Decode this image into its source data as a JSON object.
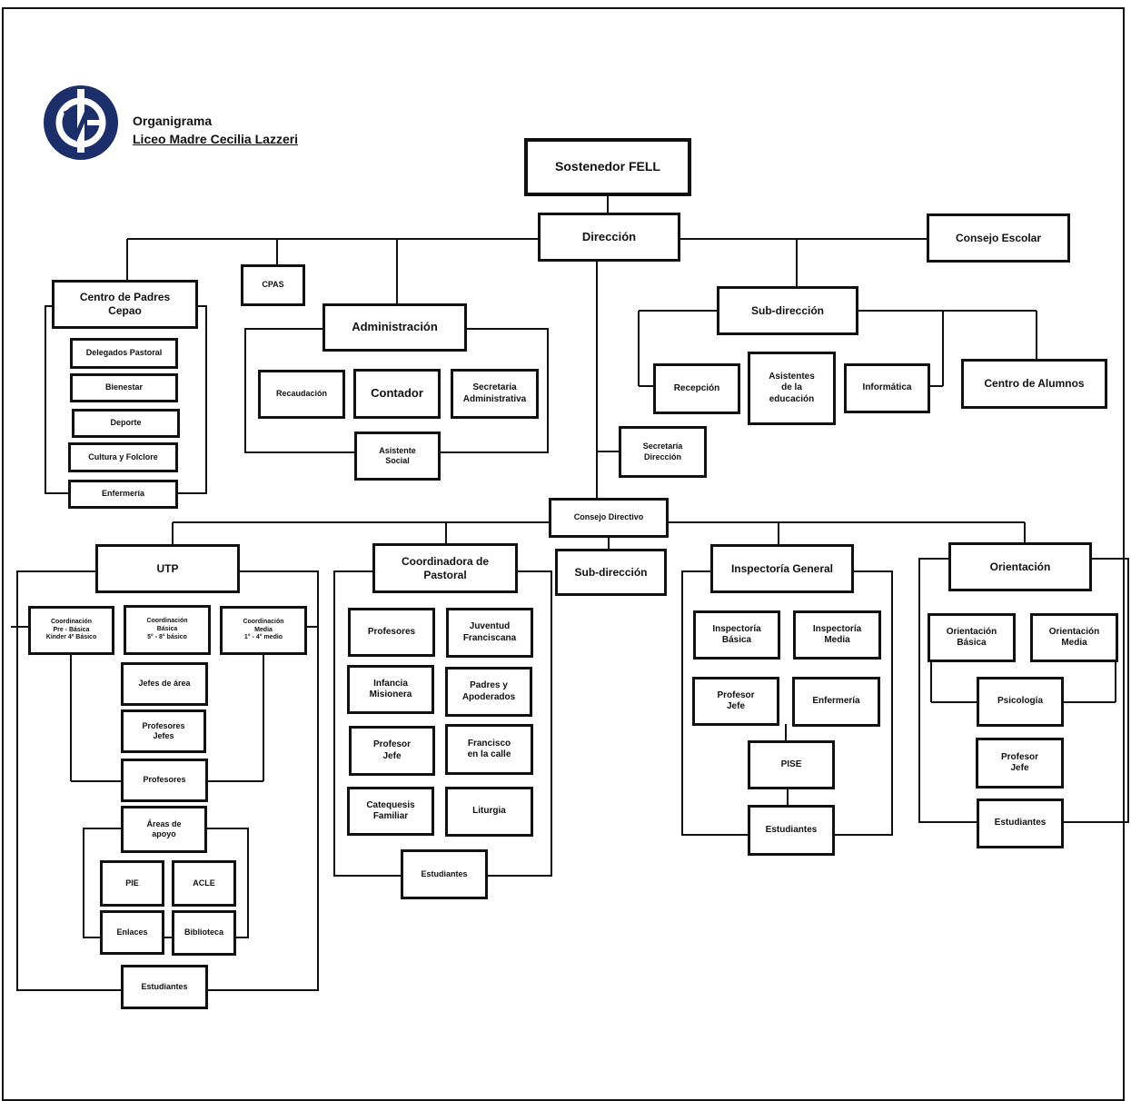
{
  "header": {
    "title": "Organigrama",
    "school_name": "Liceo Madre Cecilia Lazzeri",
    "logo_icon": "school-crest-icon",
    "logo_color": "#1d2f6b"
  },
  "nodes": {
    "sostenedor": "Sostenedor FELL",
    "direccion": "Dirección",
    "consejo_escolar": "Consejo Escolar",
    "cpas": "CPAS",
    "administracion": "Administración",
    "centro_padres": "Centro de Padres\nCepao",
    "delegados_pastoral": "Delegados Pastoral",
    "bienestar": "Bienestar",
    "deporte": "Deporte",
    "cultura_folclore": "Cultura y Folclore",
    "enfermeria_padres": "Enfermería",
    "recaudacion": "Recaudación",
    "contador": "Contador",
    "secretaria_admin": "Secretaria\nAdministrativa",
    "asistente_social": "Asistente\nSocial",
    "subdireccion_top": "Sub-dirección",
    "recepcion": "Recepción",
    "asistentes_educacion": "Asistentes\nde la\neducación",
    "informatica": "Informática",
    "centro_alumnos": "Centro de Alumnos",
    "secretaria_direccion": "Secretaría\nDirección",
    "consejo_directivo": "Consejo Directivo",
    "utp": "UTP",
    "coord_prebasica": "Coordinación\nPre - Básica\nKinder 4º Básico",
    "coord_basica": "Coordinación\nBásica\n5° - 8° básico",
    "coord_media": "Coordinación\nMedia\n1° - 4° medio",
    "jefes_area": "Jefes de área",
    "profesores_jefes": "Profesores\nJefes",
    "profesores_utp": "Profesores",
    "areas_apoyo": "Áreas de\napoyo",
    "pie": "PIE",
    "acle": "ACLE",
    "enlaces": "Enlaces",
    "biblioteca": "Biblioteca",
    "estudiantes_utp": "Estudiantes",
    "coord_pastoral": "Coordinadora de\nPastoral",
    "profesores_pastoral": "Profesores",
    "juventud_franciscana": "Juventud\nFranciscana",
    "infancia_misionera": "Infancia\nMisionera",
    "padres_apoderados": "Padres y\nApoderados",
    "profesor_jefe_pastoral": "Profesor\nJefe",
    "francisco_calle": "Francisco\nen la calle",
    "catequesis_familiar": "Catequesis\nFamiliar",
    "liturgia": "Liturgia",
    "estudiantes_pastoral": "Estudiantes",
    "subdireccion_mid": "Sub-dirección",
    "inspectoria_general": "Inspectoría General",
    "inspectoria_basica": "Inspectoría\nBásica",
    "inspectoria_media": "Inspectoría\nMedia",
    "profesor_jefe_insp": "Profesor\nJefe",
    "enfermeria_insp": "Enfermería",
    "pise": "PISE",
    "estudiantes_insp": "Estudiantes",
    "orientacion": "Orientación",
    "orientacion_basica": "Orientación\nBásica",
    "orientacion_media": "Orientación\nMedia",
    "psicologia": "Psicología",
    "profesor_jefe_orient": "Profesor\nJefe",
    "estudiantes_orient": "Estudiantes"
  }
}
